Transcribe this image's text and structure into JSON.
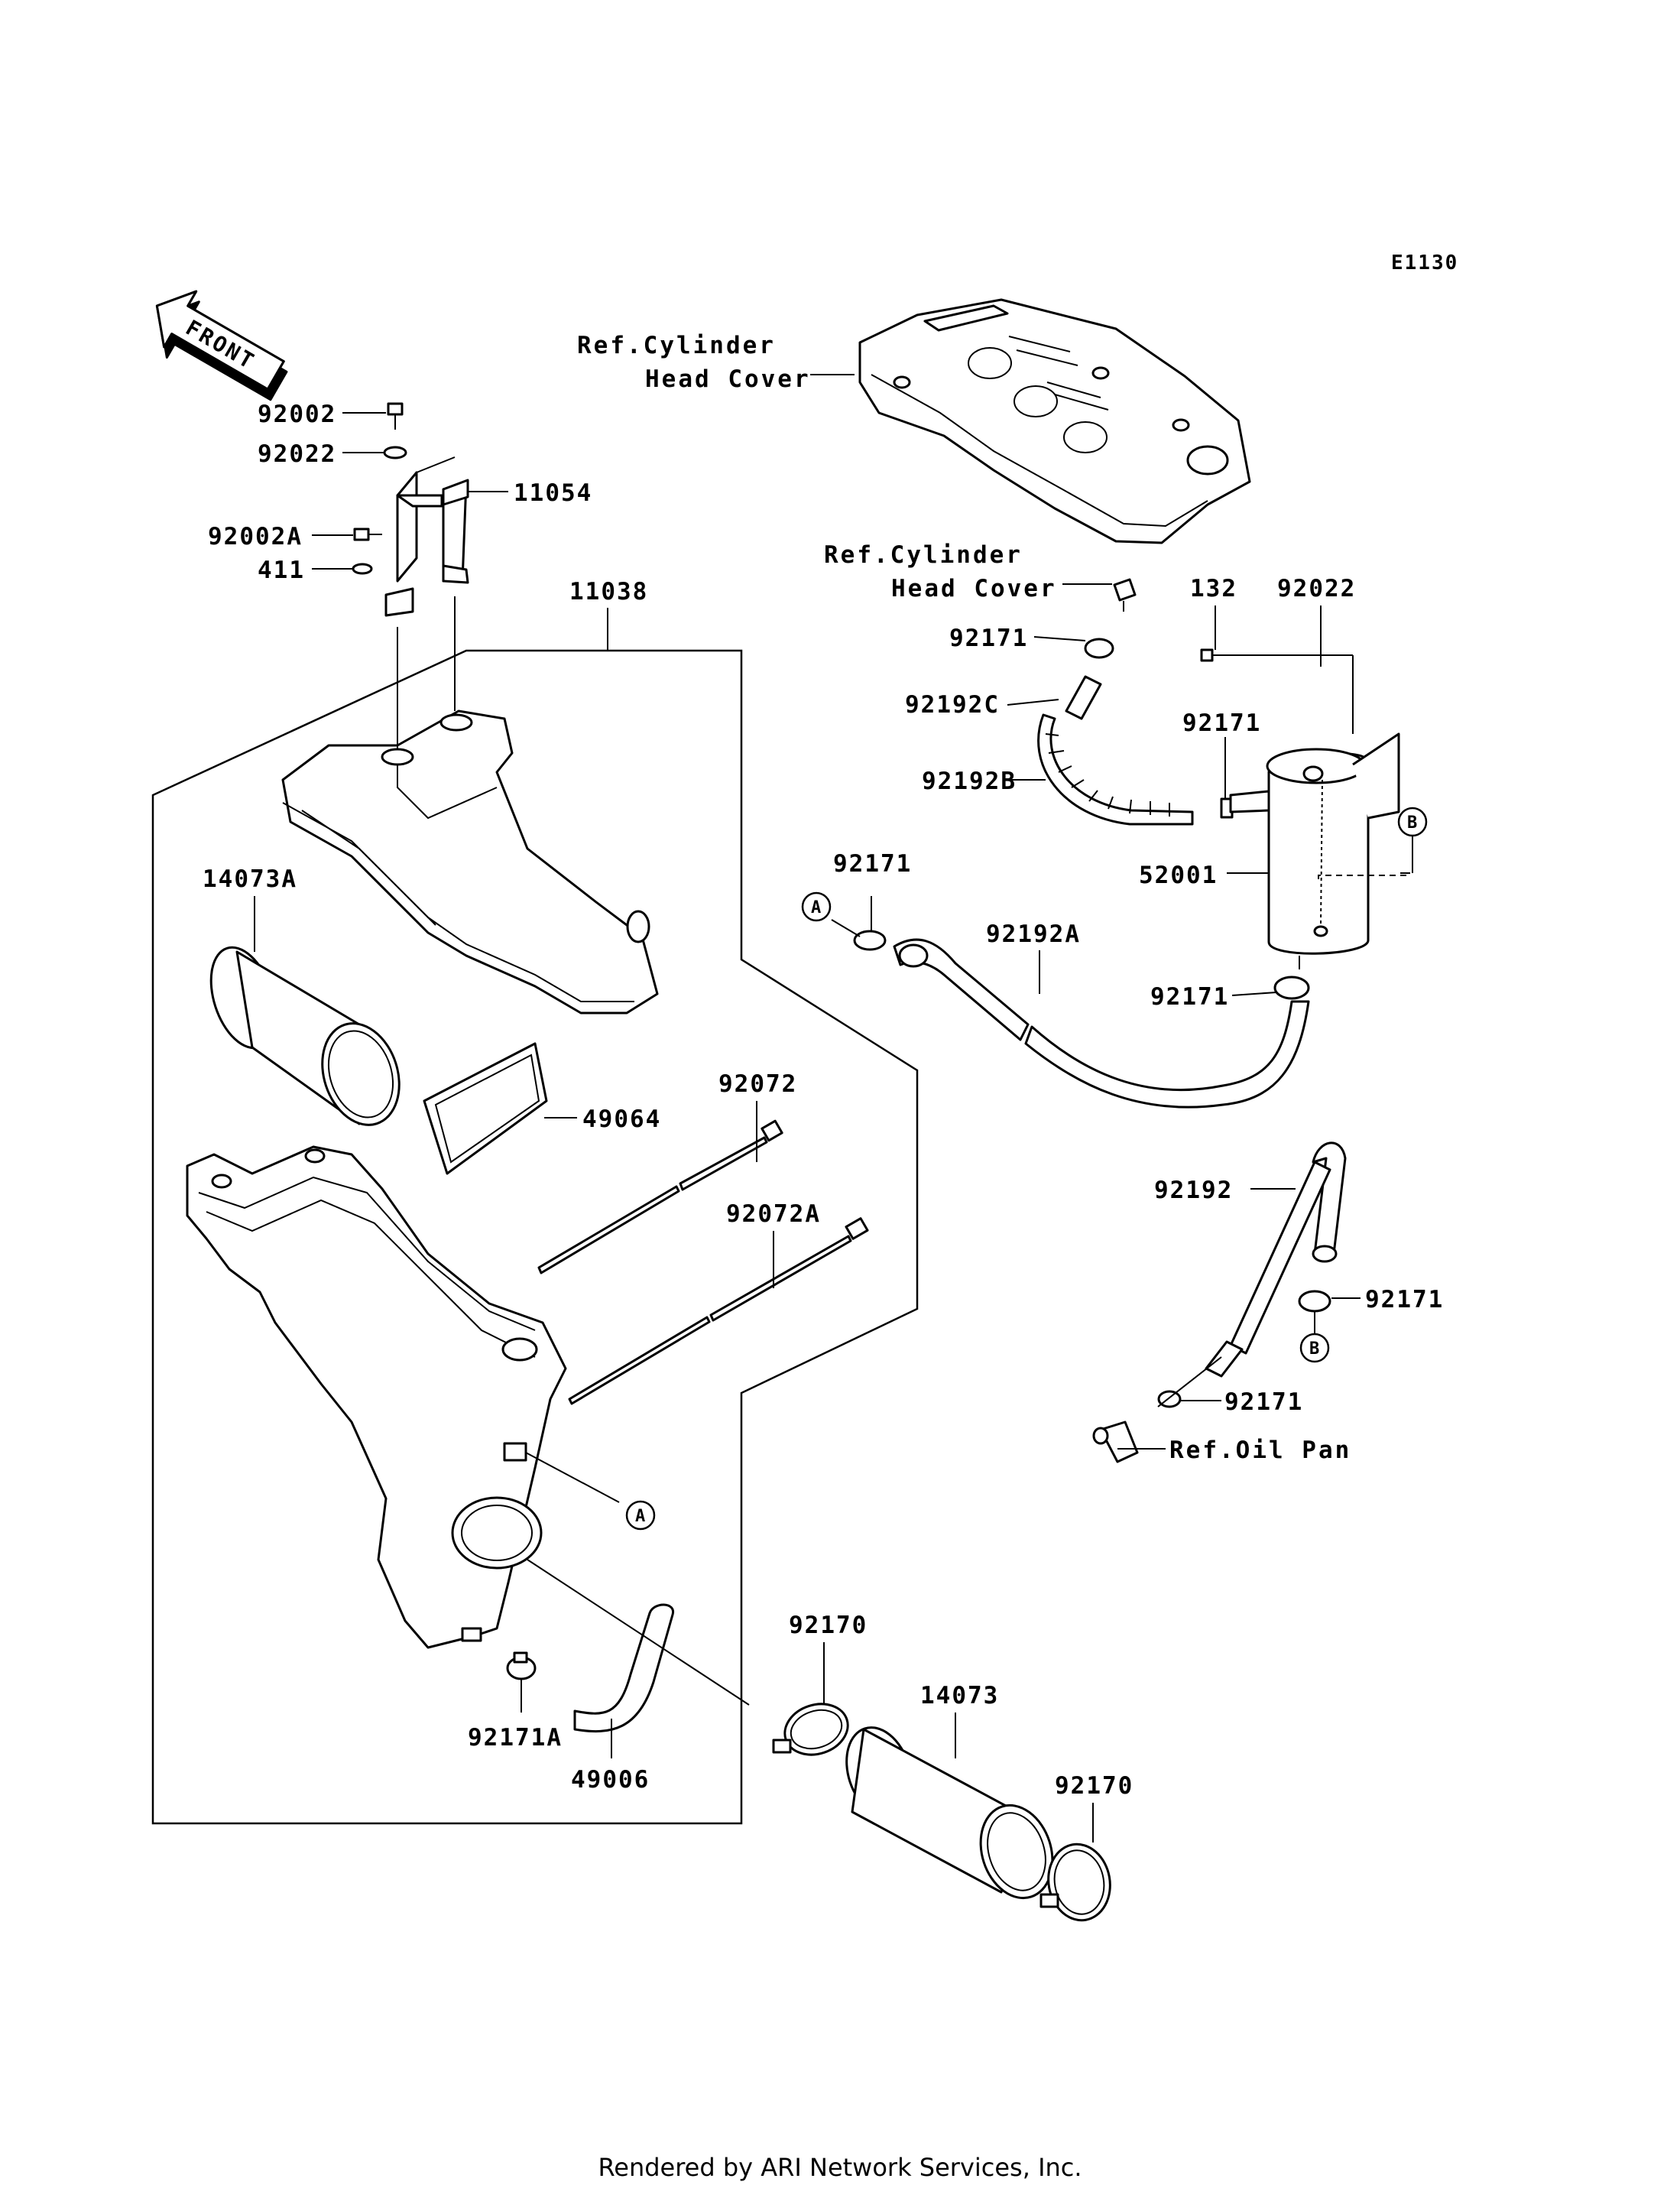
{
  "diagram_code": "E1130",
  "front_label": "FRONT",
  "references": {
    "cylinder_head_cover_1": [
      "Ref.Cylinder",
      "Head Cover"
    ],
    "cylinder_head_cover_2": [
      "Ref.Cylinder",
      "Head Cover"
    ],
    "oil_pan": "Ref.Oil Pan"
  },
  "markers": {
    "a": "A",
    "b": "B"
  },
  "parts": {
    "p92002": "92002",
    "p92022_left": "92022",
    "p11054": "11054",
    "p92002A": "92002A",
    "p411": "411",
    "p11038": "11038",
    "p14073A": "14073A",
    "p49064": "49064",
    "p92072": "92072",
    "p92072A": "92072A",
    "p92171A": "92171A",
    "p49006": "49006",
    "p92170_top": "92170",
    "p14073": "14073",
    "p92170_bottom": "92170",
    "p92171_a": "92171",
    "p92192C": "92192C",
    "p92192B": "92192B",
    "p132": "132",
    "p92022_right": "92022",
    "p92171_b": "92171",
    "p52001": "52001",
    "p92171_c": "92171",
    "p92192A": "92192A",
    "p92171_d": "92171",
    "p92192": "92192",
    "p92171_e": "92171",
    "p92171_f": "92171"
  },
  "footer": "Rendered by ARI Network Services, Inc."
}
